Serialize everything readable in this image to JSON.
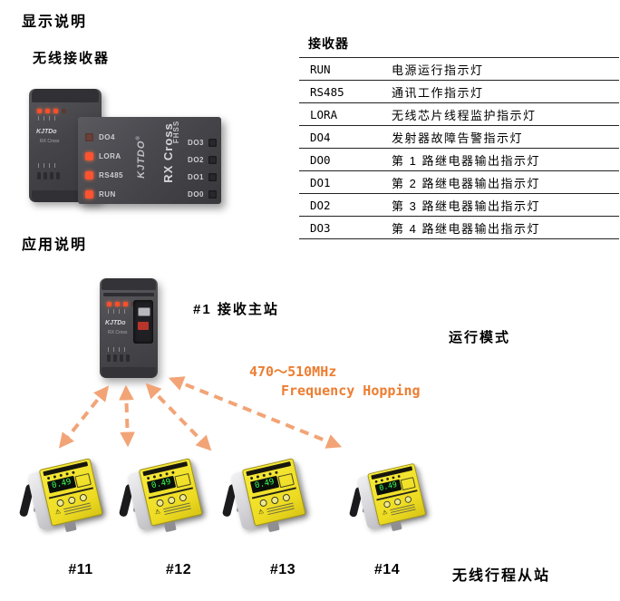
{
  "page": {
    "display_section_title": "显示说明",
    "application_section_title": "应用说明"
  },
  "receiver": {
    "label": "无线接收器",
    "device": {
      "brand": "KJTDO",
      "brand_small": "KJTDo",
      "model": "RX Cross",
      "sub": "FHSS",
      "left_leds": [
        "DO4",
        "LORA",
        "RS485",
        "RUN"
      ],
      "right_leds": [
        "DO3",
        "DO2",
        "DO1",
        "DO0"
      ]
    }
  },
  "table": {
    "title": "接收器",
    "rows": [
      {
        "name": "RUN",
        "desc": "电源运行指示灯"
      },
      {
        "name": "RS485",
        "desc": "通讯工作指示灯"
      },
      {
        "name": "LORA",
        "desc": "无线芯片线程监护指示灯"
      },
      {
        "name": "DO4",
        "desc": "发射器故障告警指示灯"
      },
      {
        "name": "DO0",
        "desc": "第 1 路继电器输出指示灯"
      },
      {
        "name": "DO1",
        "desc": "第 2 路继电器输出指示灯"
      },
      {
        "name": "DO2",
        "desc": "第 3 路继电器输出指示灯"
      },
      {
        "name": "DO3",
        "desc": "第 4 路继电器输出指示灯"
      }
    ]
  },
  "application": {
    "master_label": "#1 接收主站",
    "mode_label": "运行模式",
    "freq_line1": "470～510MHz",
    "freq_line2": "Frequency Hopping",
    "slave_group_label": "无线行程从站",
    "display_value": "0.49",
    "slaves": [
      {
        "label": "#11"
      },
      {
        "label": "#12"
      },
      {
        "label": "#13"
      },
      {
        "label": "#14"
      }
    ]
  },
  "colors": {
    "accent_orange": "#ED7D31",
    "arrow_orange": "#F2A477",
    "led_on": "#FF5230",
    "slave_yellow": "#EEDC23"
  }
}
